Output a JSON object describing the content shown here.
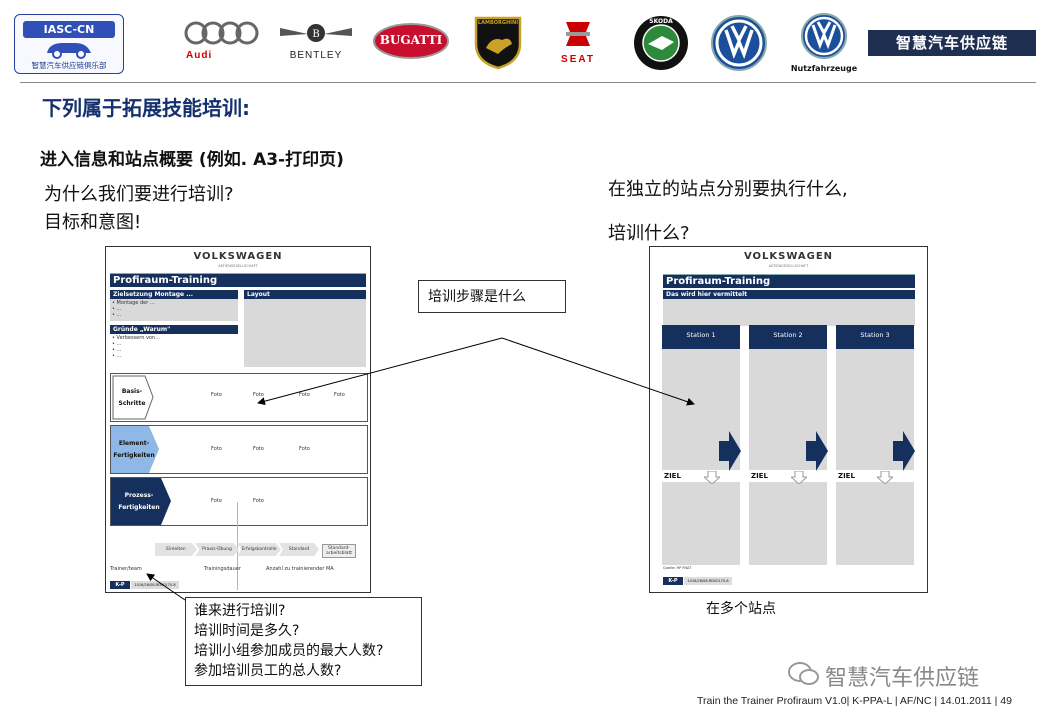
{
  "header": {
    "logo_title": "IASC-CN",
    "logo_subtitle": "智慧汽车供应链俱乐部",
    "brands": [
      "Audi",
      "BENTLEY",
      "BUGATTI",
      "LAMBORGHINI",
      "SEAT",
      "SKODA",
      "Nutzfahrzeuge"
    ],
    "banner": "智慧汽车供应链"
  },
  "title": "下列属于拓展技能培训:",
  "subtitle": "进入信息和站点概要 (例如. A3-打印页)",
  "left_questions": [
    "为什么我们要进行培训?",
    "目标和意图!"
  ],
  "right_questions": [
    "在独立的站点分别要执行什么,",
    "培训什么?"
  ],
  "doc_left": {
    "brand": "VOLKSWAGEN",
    "brand_small": "AKTIENGESELLSCHAFT",
    "title": "Profiraum-Training",
    "goal_header": "Zielsetzung Montage ...",
    "goal_lines": "• Montage der ...\n• ...\n• ...",
    "reason_header": "Gründe „Warum\"",
    "reason_lines": "• Verbessern von...\n• ...\n• ...\n• ...",
    "layout_header": "Layout",
    "steps": [
      {
        "label": "Basis-\nSchritte",
        "fotos": [
          "Foto",
          "Foto",
          "Foto",
          "Foto"
        ]
      },
      {
        "label": "Element-\nFertigkeiten",
        "fotos": [
          "Foto",
          "Foto",
          "Foto"
        ]
      },
      {
        "label": "Prozess-\nFertigkeiten",
        "fotos": [
          "Foto",
          "Foto"
        ]
      }
    ],
    "flow": [
      "Einleiten",
      "Praxis-Übung",
      "Erfolgskontrolle",
      "Standard"
    ],
    "flow_end": "Standard-\narbeitsblatt",
    "footer_labels": [
      "Trainer/team",
      "Trainingsdauer",
      "Anzahl zu trainierender MA"
    ],
    "kp": "K-P",
    "code": "1016/28/08-RD00170-8"
  },
  "doc_right": {
    "brand": "VOLKSWAGEN",
    "brand_small": "AKTIENGESELLSCHAFT",
    "title": "Profiraum-Training",
    "subtitle": "Das wird hier vermittelt",
    "stations": [
      "Station 1",
      "Station 2",
      "Station 3"
    ],
    "ziel": "ZIEL",
    "source": "Quelle: HP FNAT",
    "kp": "K-P",
    "code": "1016/28/08-RD00170-8"
  },
  "callout_steps": "培训步骤是什么",
  "callout_bottom": [
    "谁来进行培训?",
    "培训时间是多久?",
    "培训小组参加成员的最大人数?",
    "参加培训员工的总人数?"
  ],
  "multi_station": "在多个站点",
  "wechat": "智慧汽车供应链",
  "footer": "Train the Trainer Profiraum V1.0| K-PPA-L | AF/NC | 14.01.2011 |   49",
  "colors": {
    "navy": "#16305e",
    "title_blue": "#15306e",
    "light_blue": "#8fb8e6"
  }
}
